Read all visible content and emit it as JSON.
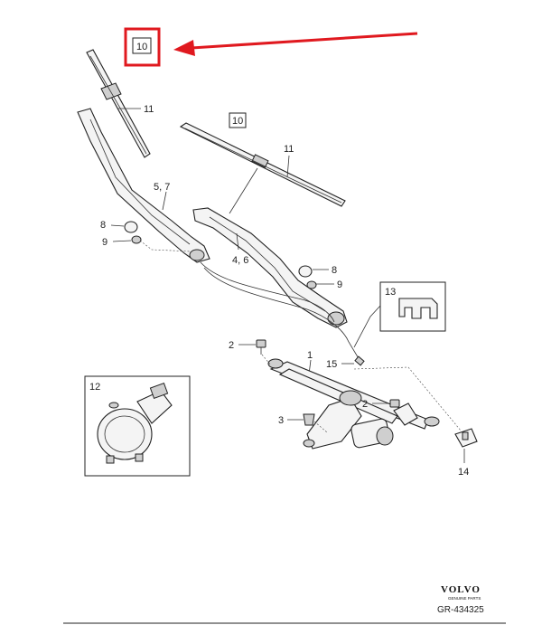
{
  "callouts": {
    "top_left_10": "10",
    "blade_11_left": "11",
    "box_10_right": "10",
    "blade_11_right": "11",
    "arm_5_7": "5, 7",
    "arm_4_6": "4, 6",
    "cap_8_left": "8",
    "nut_9_left": "9",
    "cap_8_right": "8",
    "nut_9_right": "9",
    "clip_13": "13",
    "bolt_2_left": "2",
    "linkage_1": "1",
    "harness_15": "15",
    "sensor_12": "12",
    "bolt_2_right": "2",
    "screw_3": "3",
    "connector_14": "14"
  },
  "brand": {
    "name": "VOLVO",
    "subtitle": "GENUINE PARTS",
    "code": "GR-434325"
  },
  "colors": {
    "highlight": "#e0191f",
    "line": "#222222"
  }
}
